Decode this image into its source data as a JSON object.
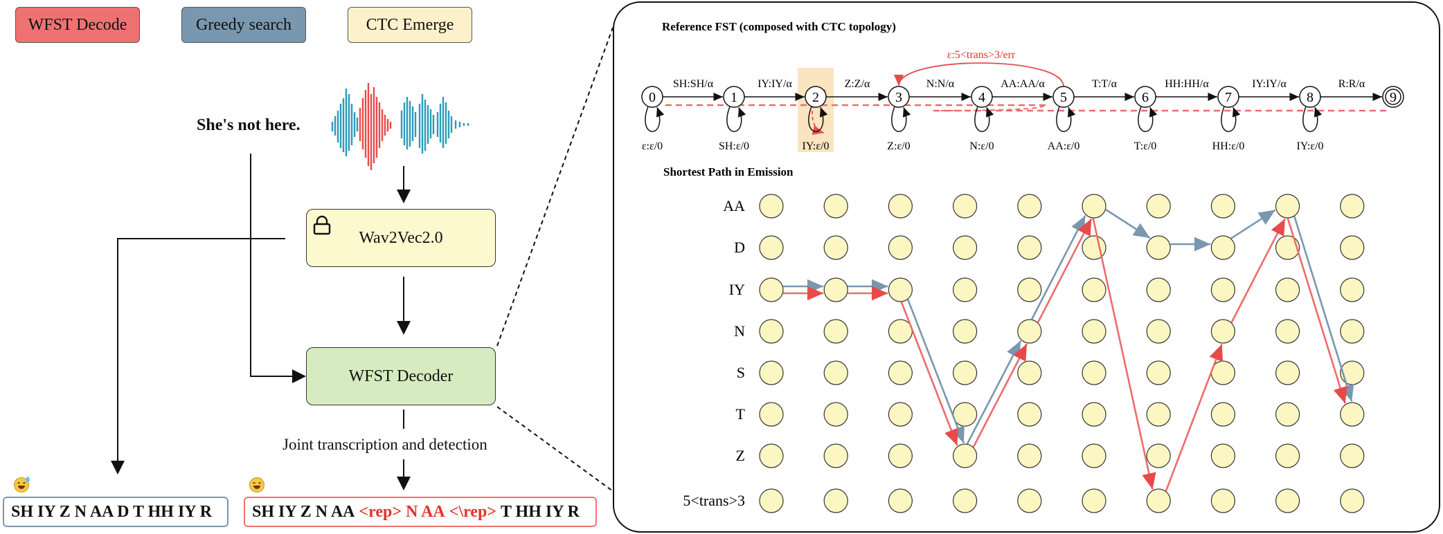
{
  "legend": [
    {
      "label": "WFST Decode",
      "color": "#ee7272"
    },
    {
      "label": "Greedy search",
      "color": "#7997ae"
    },
    {
      "label": "CTC Emerge",
      "color": "#fcf1cb"
    }
  ],
  "input": {
    "sentence": "She's not here.",
    "model_box": "Wav2Vec2.0",
    "decoder_box": "WFST Decoder",
    "joint_caption": "Joint transcription and detection"
  },
  "outputs": {
    "greedy": "SH IY Z N AA D T HH IY R",
    "wfst": {
      "before": "SH IY Z N AA",
      "rep_open": "<rep>",
      "middle": "N AA",
      "rep_close": "<\\rep>",
      "after": "T HH IY R"
    }
  },
  "fst": {
    "title": "Reference FST (composed with CTC topology)",
    "states": [
      "0",
      "1",
      "2",
      "3",
      "4",
      "5",
      "6",
      "7",
      "8",
      "9"
    ],
    "arc_labels": [
      "SH:SH/α",
      "IY:IY/α",
      "Z:Z/α",
      "N:N/α",
      "AA:AA/α",
      "T:T/α",
      "HH:HH/α",
      "IY:IY/α",
      "R:R/α"
    ],
    "loop_labels": [
      "ε:ε/0",
      "SH:ε/0",
      "IY:ε/0",
      "Z:ε/0",
      "N:ε/0",
      "AA:ε/0",
      "T:ε/0",
      "HH:ε/0",
      "IY:ε/0"
    ],
    "error_arc": "ε:5<trans>3/err"
  },
  "emission": {
    "title": "Shortest Path in Emission",
    "rows": [
      "AA",
      "D",
      "IY",
      "N",
      "S",
      "T",
      "Z",
      "5<trans>3"
    ],
    "columns": 10,
    "greedy_path": [
      {
        "col": 1,
        "row": "IY"
      },
      {
        "col": 2,
        "row": "IY"
      },
      {
        "col": 3,
        "row": "IY"
      },
      {
        "col": 4,
        "row": "Z"
      },
      {
        "col": 5,
        "row": "N"
      },
      {
        "col": 6,
        "row": "AA"
      },
      {
        "col": 7,
        "row": "D"
      },
      {
        "col": 8,
        "row": "D"
      },
      {
        "col": 9,
        "row": "AA"
      },
      {
        "col": 10,
        "row": "T"
      }
    ],
    "wfst_path": [
      {
        "col": 1,
        "row": "IY"
      },
      {
        "col": 2,
        "row": "IY"
      },
      {
        "col": 3,
        "row": "IY"
      },
      {
        "col": 4,
        "row": "Z"
      },
      {
        "col": 5,
        "row": "N"
      },
      {
        "col": 6,
        "row": "AA"
      },
      {
        "col": 7,
        "row": "5<trans>3"
      },
      {
        "col": 8,
        "row": "N"
      },
      {
        "col": 9,
        "row": "AA"
      },
      {
        "col": 10,
        "row": "T"
      }
    ]
  },
  "colors": {
    "wfst": "#ee6b6b",
    "greedy": "#7997ae",
    "node_fill": "#fcf7c2",
    "decoder_fill": "#d6ecc0",
    "model_fill": "#fdf9cf",
    "highlight": "#fbe4c0",
    "rep": "#e8302a"
  }
}
